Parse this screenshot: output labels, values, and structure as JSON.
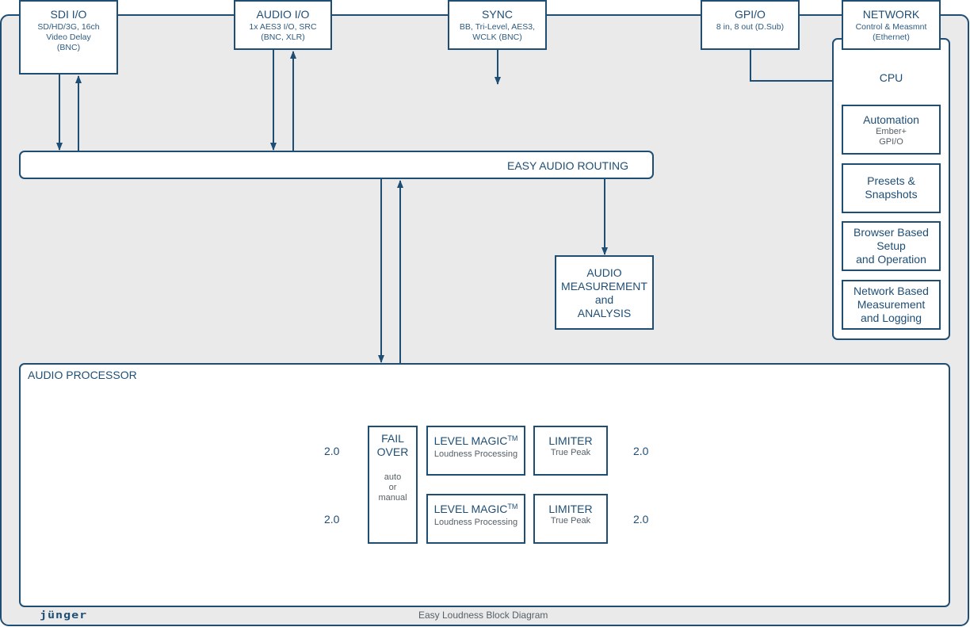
{
  "diagram": {
    "footer_caption": "Easy Loudness Block Diagram",
    "logo_text": "jünger",
    "colors": {
      "line": "#1f4e75",
      "panel": "#eaeaeb",
      "box": "#ffffff"
    },
    "top_modules": [
      {
        "title": "SDI I/O",
        "lines": [
          "SD/HD/3G, 16ch",
          "Video Delay",
          "(BNC)"
        ]
      },
      {
        "title": "AUDIO I/O",
        "lines": [
          "1x AES3 I/O, SRC",
          "(BNC, XLR)"
        ]
      },
      {
        "title": "SYNC",
        "lines": [
          "BB, Tri-Level, AES3,",
          "WCLK (BNC)"
        ]
      },
      {
        "title": "GPI/O",
        "lines": [
          "8 in, 8 out (D.Sub)"
        ]
      },
      {
        "title": "NETWORK",
        "lines": [
          "Control & Measmnt",
          "(Ethernet)"
        ]
      }
    ],
    "routing": {
      "label": "EASY AUDIO ROUTING"
    },
    "measurement": {
      "lines": [
        "AUDIO",
        "MEASUREMENT",
        "and",
        "ANALYSIS"
      ]
    },
    "cpu": {
      "title": "CPU",
      "automation": {
        "title": "Automation",
        "lines": [
          "Ember+",
          "GPI/O"
        ]
      },
      "presets": {
        "lines": [
          "Presets &",
          "Snapshots"
        ]
      },
      "browser": {
        "lines": [
          "Browser Based",
          "Setup",
          "and Operation"
        ]
      },
      "network_logging": {
        "lines": [
          "Network Based",
          "Measurement",
          "and Logging"
        ]
      }
    },
    "processor": {
      "title": "AUDIO PROCESSOR",
      "failover": {
        "lines": [
          "FAIL",
          "OVER"
        ],
        "mode_lines": [
          "auto",
          "or",
          "manual"
        ]
      },
      "inputs": [
        "2.0",
        "2.0"
      ],
      "outputs": [
        "2.0",
        "2.0"
      ],
      "chains": [
        {
          "level": {
            "title": "LEVEL MAGIC",
            "sup": "TM",
            "sub": "Loudness Processing"
          },
          "limiter": {
            "title": "LIMITER",
            "sub": "True Peak"
          }
        },
        {
          "level": {
            "title": "LEVEL MAGIC",
            "sup": "TM",
            "sub": "Loudness Processing"
          },
          "limiter": {
            "title": "LIMITER",
            "sub": "True Peak"
          }
        }
      ]
    }
  }
}
